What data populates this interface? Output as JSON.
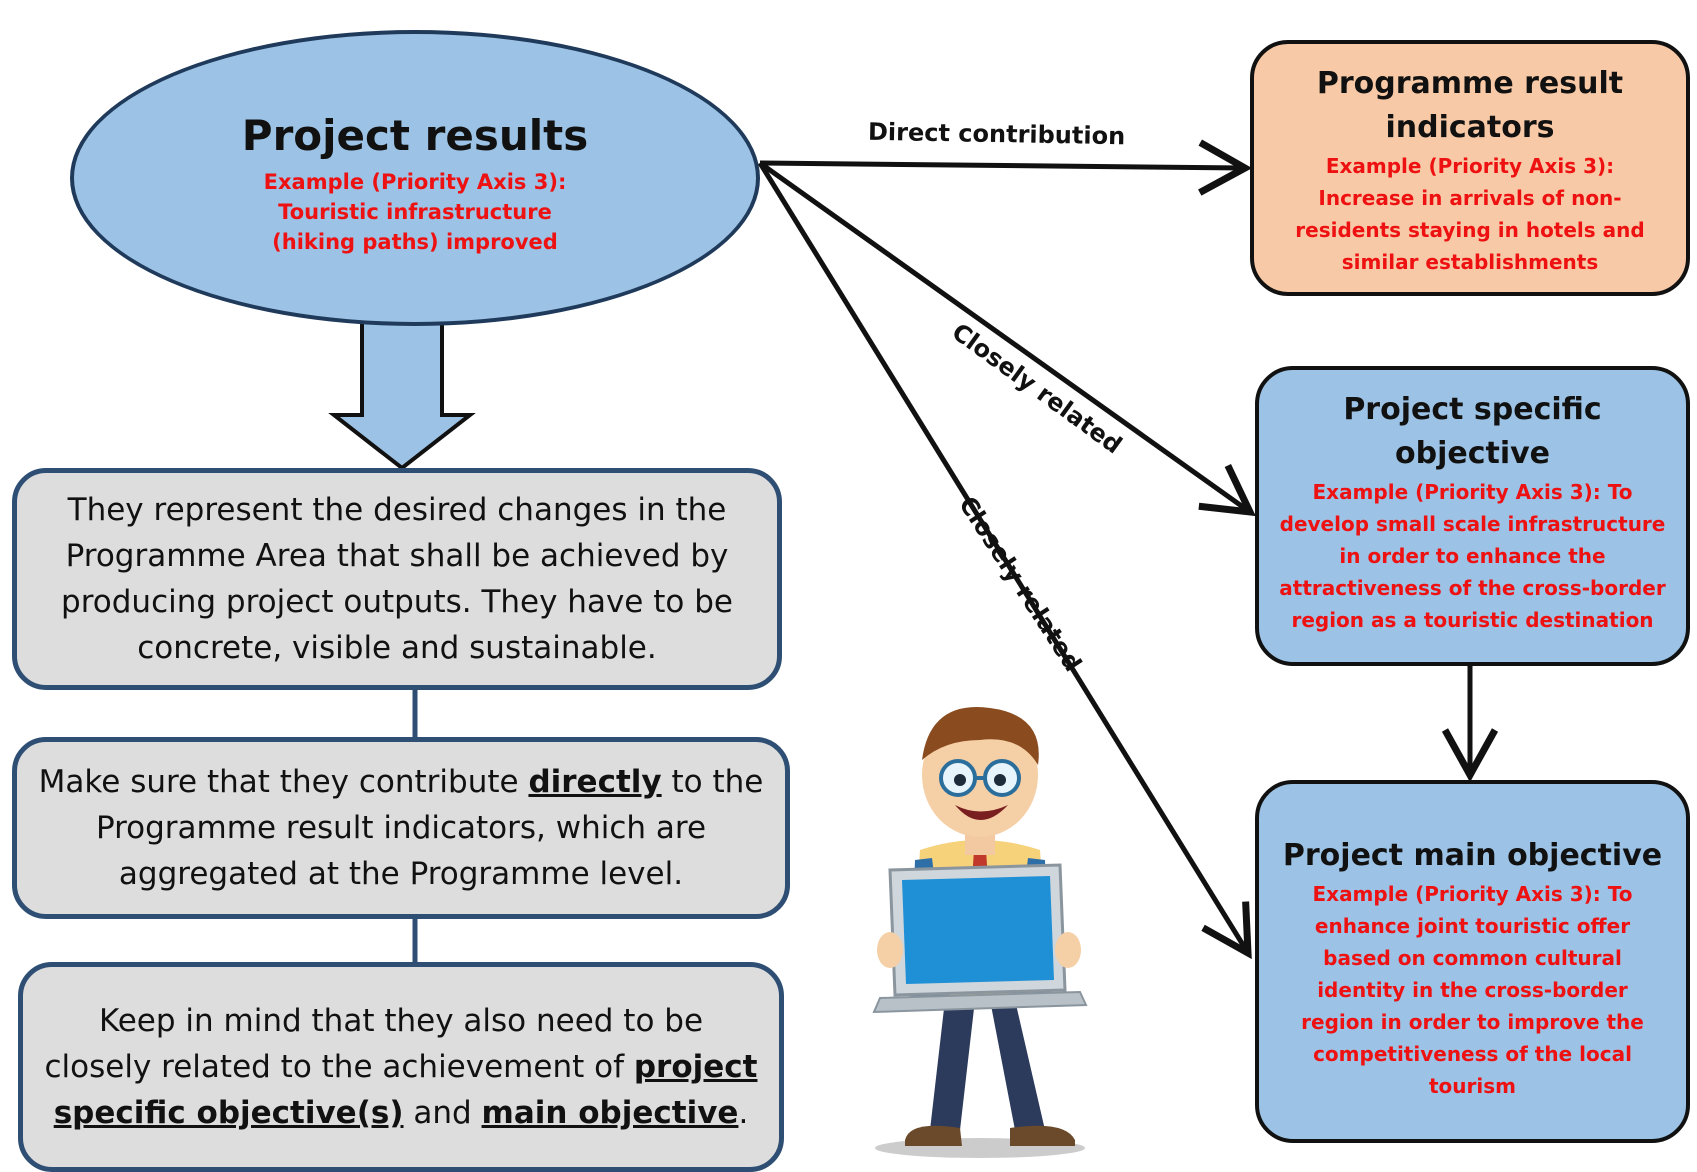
{
  "project_results": {
    "title": "Project results",
    "example": "Example (Priority Axis 3): Touristic infrastructure (hiking paths) improved"
  },
  "programme_result_indicators": {
    "title": "Programme result indicators",
    "example": "Example (Priority Axis 3): Increase in arrivals of non-residents staying in hotels and similar establishments"
  },
  "project_specific_objective": {
    "title": "Project specific objective",
    "example": "Example (Priority Axis 3): To develop small scale infrastructure in order to enhance the attractiveness of the cross-border region as a touristic destination"
  },
  "project_main_objective": {
    "title": "Project main objective",
    "example": "Example (Priority Axis 3): To enhance joint touristic offer based on common cultural identity in the cross-border region in order to improve the competitiveness of the local tourism"
  },
  "edges": {
    "direct": "Direct contribution",
    "closely_1": "Closely  related",
    "closely_2": "Closely related"
  },
  "note1": {
    "text": "They represent the desired changes in the Programme Area that shall be achieved by producing project outputs. They have to be concrete, visible and sustainable."
  },
  "note2": {
    "pre": "Make sure that they contribute ",
    "emph": "directly",
    "post": " to the Programme result indicators, which are aggregated at the Programme level."
  },
  "note3": {
    "pre": "Keep in mind that they also need to be closely related to the achievement of ",
    "emph1": "project specific objective(s)",
    "mid": " and ",
    "emph2": "main objective",
    "post": "."
  },
  "colors": {
    "ellipse_fill": "#9cc3e5",
    "orange_fill": "#f8c9a6",
    "grey_fill": "#dddddd",
    "example_text": "#ee1111"
  }
}
